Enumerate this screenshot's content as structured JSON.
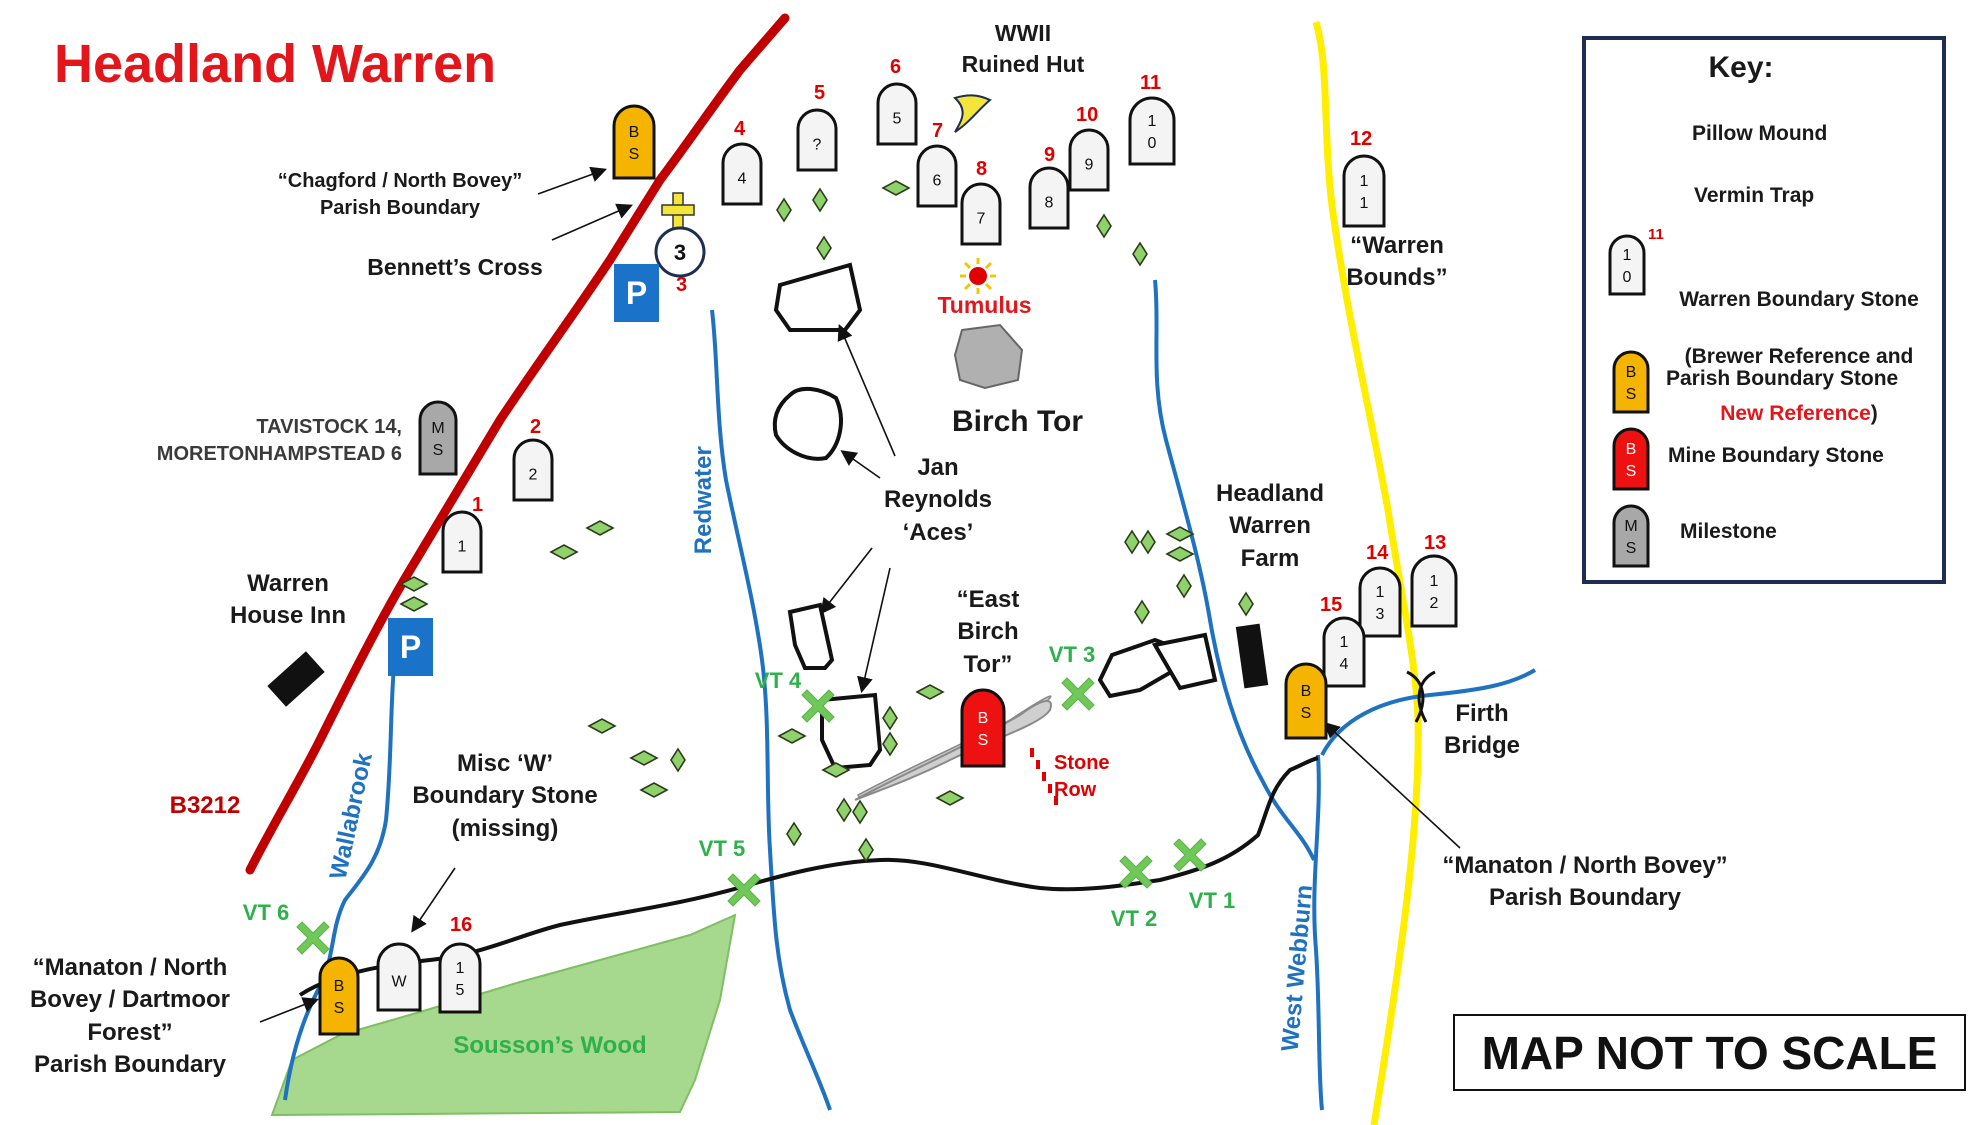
{
  "title": "Headland Warren",
  "colors": {
    "title": "#e3161b",
    "road": "#c00000",
    "river": "#1f72c0",
    "boundary_line": "#ffee00",
    "pillow_mound": "#8fd16a",
    "vermin_trap": "#70c85a",
    "green_text": "#2eb04a",
    "parish_stone": "#f4b400",
    "mine_stone": "#ee1111",
    "milestone": "#a8a8a8",
    "parking": "#1a73c8",
    "wood": "#a6d88e",
    "key_border": "#1f2d52"
  },
  "labels": {
    "wwii_hut": "WWII\nRuined Hut",
    "chagford": "“Chagford / North Bovey”\nParish Boundary",
    "bennetts_cross": "Bennett’s Cross",
    "tumulus": "Tumulus",
    "birch_tor": "Birch Tor",
    "milestone_text": "TAVISTOCK 14,\nMORETONHAMPSTEAD 6",
    "jan_reynolds": "Jan\nReynolds\n‘Aces’",
    "warren_bounds": "“Warren\nBounds”",
    "headland_warren_farm": "Headland\nWarren\nFarm",
    "warren_house_inn": "Warren\nHouse Inn",
    "east_birch_tor": "“East\nBirch\nTor”",
    "stone_row": "Stone\nRow",
    "firth_bridge": "Firth\nBridge",
    "misc_w": "Misc ‘W’\nBoundary Stone\n(missing)",
    "manaton_north_bovey": "“Manaton / North Bovey”\nParish Boundary",
    "manaton_dartmoor": "“Manaton / North\nBovey / Dartmoor\nForest”\nParish Boundary",
    "sousson": "Sousson’s Wood",
    "b3212": "B3212",
    "redwater": "Redwater",
    "wallabrook": "Wallabrook",
    "west_webburn": "West Webburn",
    "map_not_to_scale": "MAP NOT TO SCALE"
  },
  "vermin_traps": {
    "vt1": "VT 1",
    "vt2": "VT 2",
    "vt3": "VT 3",
    "vt4": "VT 4",
    "vt5": "VT 5",
    "vt6": "VT 6"
  },
  "parking": {
    "p1": "P",
    "p2": "P"
  },
  "cross_number": "3",
  "stones": [
    {
      "brewer": "1",
      "new_ref": "1"
    },
    {
      "brewer": "2",
      "new_ref": "2"
    },
    {
      "brewer": "4",
      "new_ref": "4"
    },
    {
      "brewer": "?",
      "new_ref": "5"
    },
    {
      "brewer": "5",
      "new_ref": "6"
    },
    {
      "brewer": "6",
      "new_ref": "7"
    },
    {
      "brewer": "7",
      "new_ref": "8"
    },
    {
      "brewer": "8",
      "new_ref": "9"
    },
    {
      "brewer": "9",
      "new_ref": "10"
    },
    {
      "brewer": "10",
      "new_ref": "11"
    },
    {
      "brewer": "11",
      "new_ref": "12"
    },
    {
      "brewer": "12",
      "new_ref": "13"
    },
    {
      "brewer": "13",
      "new_ref": "14"
    },
    {
      "brewer": "14",
      "new_ref": "15"
    },
    {
      "brewer": "15",
      "new_ref": "16"
    }
  ],
  "other_stones": {
    "bs_top": "BS",
    "bs_farm": "BS",
    "bs_bottom": "BS",
    "mine": "BS",
    "milestone": "MS",
    "w_stone": "W"
  },
  "bennetts_cross_ref": "3",
  "key": {
    "title": "Key:",
    "pillow_mound": "Pillow Mound",
    "vermin_trap": "Vermin Trap",
    "warren_stone_line1": "Warren Boundary Stone",
    "warren_stone_line2": "(Brewer Reference and",
    "warren_stone_line3_red": "New Reference",
    "warren_stone_line3_end": ")",
    "sample_stone_brewer": "10",
    "sample_stone_new": "11",
    "parish_stone": "Parish Boundary Stone",
    "mine_stone": "Mine Boundary Stone",
    "milestone": "Milestone",
    "parish_sample": "BS",
    "mine_sample": "BS",
    "milestone_sample": "MS"
  }
}
